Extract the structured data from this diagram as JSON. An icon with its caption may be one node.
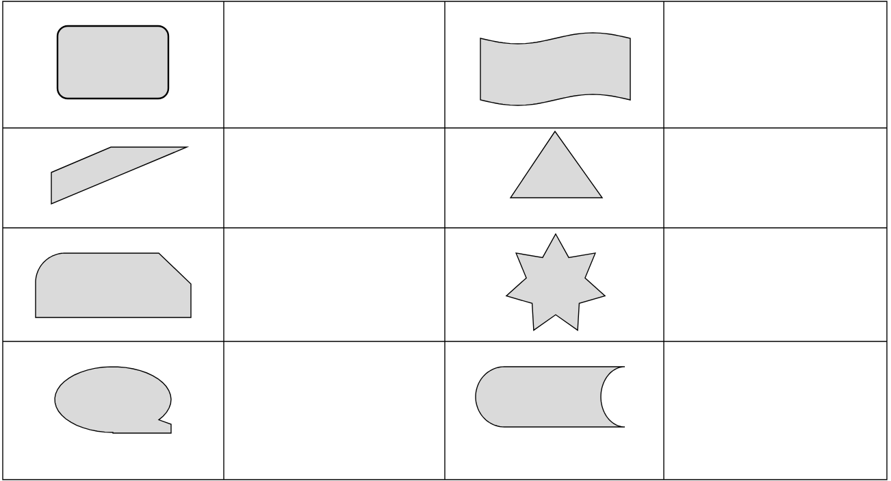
{
  "diagram": {
    "nodes": [
      {
        "text": [],
        "shape": "box"
      },
      {
        "text": [],
        "shape": "tape"
      },
      {
        "text": [],
        "shape": "trapezoid"
      },
      {
        "text": [],
        "shape": "triangle"
      },
      {
        "text": [],
        "shape": "display"
      },
      {
        "text": [],
        "shape": "star"
      },
      {
        "text": [],
        "shape": "callout"
      },
      {
        "text": [],
        "shape": "cylinder"
      }
    ]
  }
}
